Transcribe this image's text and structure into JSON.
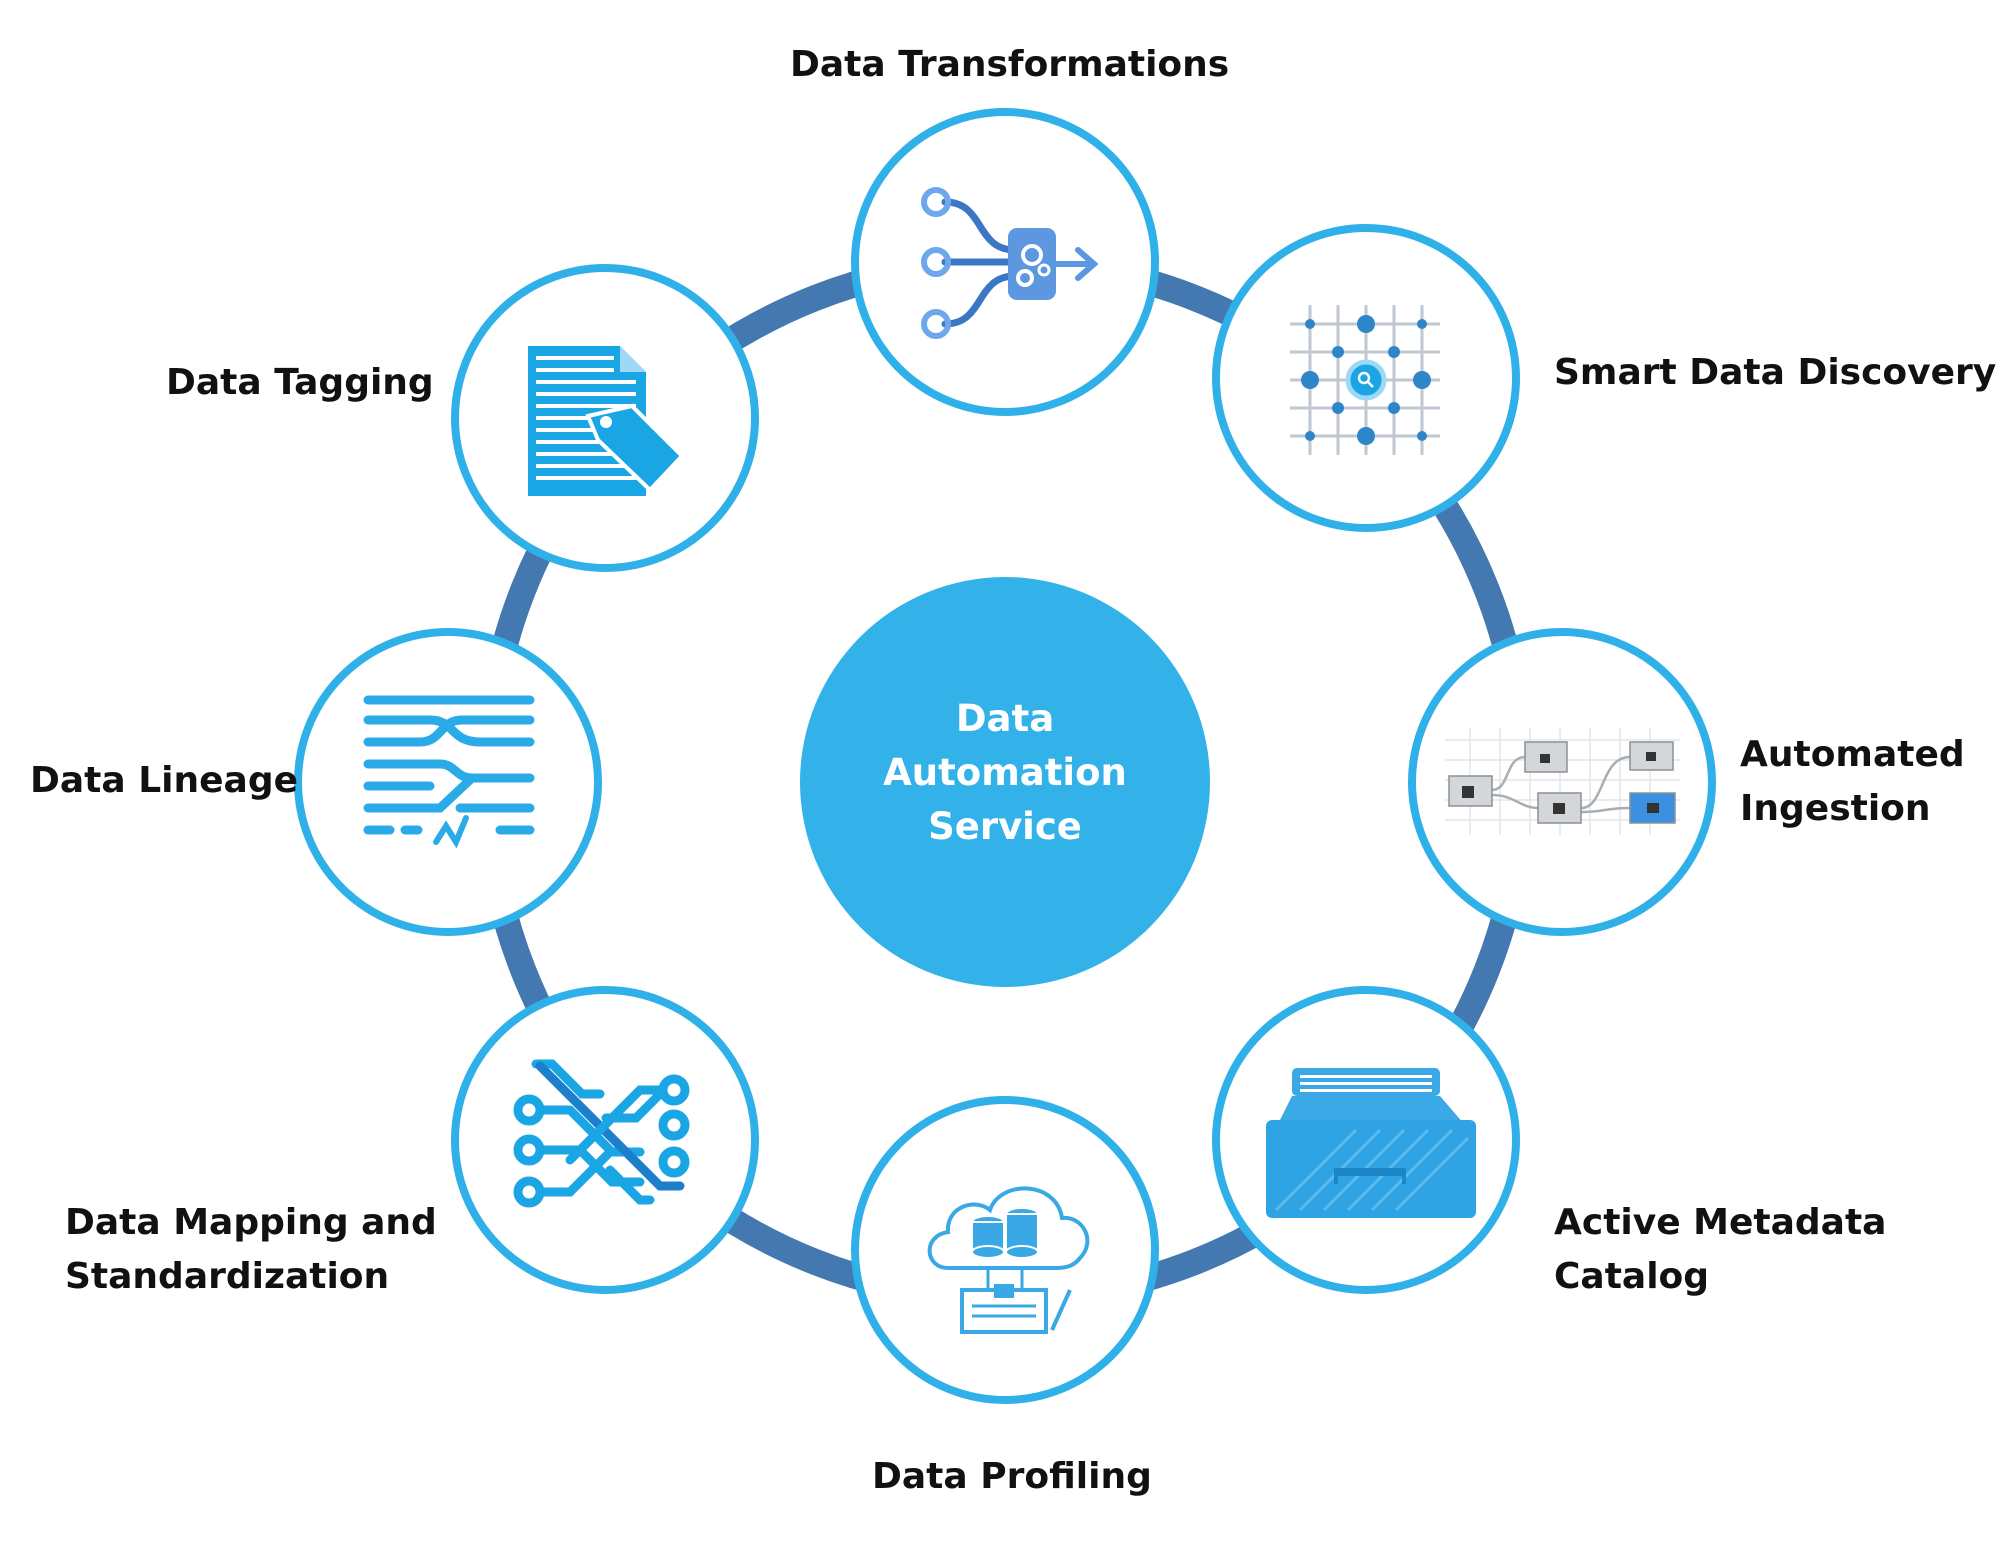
{
  "center": {
    "lines": [
      "Data",
      "Automation",
      "Service"
    ]
  },
  "nodes": [
    {
      "label": "Data Transformations",
      "icon": "data-transformation-icon"
    },
    {
      "label": "Smart Data Discovery",
      "icon": "discovery-grid-icon"
    },
    {
      "label_lines": [
        "Automated",
        "Ingestion"
      ],
      "icon": "ingestion-flow-icon"
    },
    {
      "label_lines": [
        "Active Metadata",
        "Catalog"
      ],
      "icon": "metadata-catalog-drawer-icon"
    },
    {
      "label": "Data Profiling",
      "icon": "cloud-database-icon"
    },
    {
      "label_lines": [
        "Data Mapping and",
        "Standardization"
      ],
      "icon": "circuit-mapping-icon"
    },
    {
      "label": "Data Lineage",
      "icon": "lineage-branches-icon"
    },
    {
      "label": "Data Tagging",
      "icon": "document-tag-icon"
    }
  ],
  "colors": {
    "ring": "#4379B0",
    "node_border": "#30B0E8",
    "center_fill": "#33B2EA",
    "icon_blue": "#1AA6E5",
    "icon_dark": "#3C77C5",
    "label_text": "#111111"
  }
}
